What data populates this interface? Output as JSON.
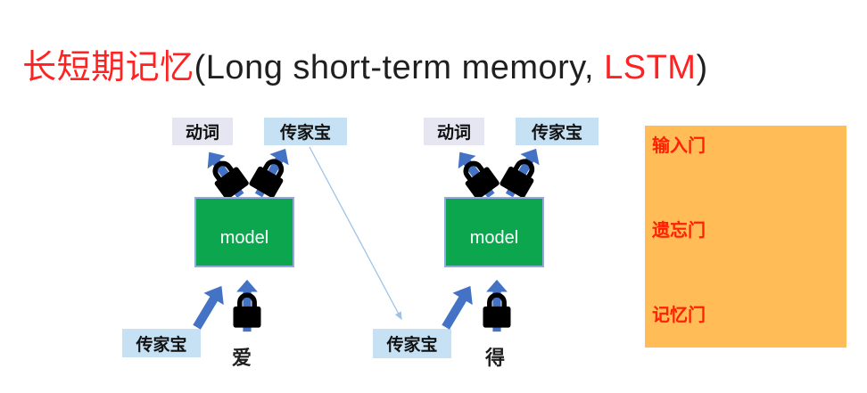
{
  "title": {
    "cn": "长短期记忆",
    "en_open": "(Long short-term memory, ",
    "lstm": "LSTM",
    "close": ")"
  },
  "diagrams": [
    {
      "verb_label": "动词",
      "heirloom_top_label": "传家宝",
      "model_label": "model",
      "heirloom_bottom_label": "传家宝",
      "input_char": "爱"
    },
    {
      "verb_label": "动词",
      "heirloom_top_label": "传家宝",
      "model_label": "model",
      "heirloom_bottom_label": "传家宝",
      "input_char": "得"
    }
  ],
  "gates_panel": {
    "items": [
      {
        "label": "输入门"
      },
      {
        "label": "遗忘门"
      },
      {
        "label": "记忆门"
      }
    ]
  },
  "icons": {
    "lock": "black padlock glyph",
    "up_arrow": "blue upward arrow",
    "diagonal_arrow": "thick blue up-right arrow",
    "connector": "thin light-blue arrow line between units"
  },
  "colors": {
    "title-red": "#FF2222",
    "text-dark": "#1F1F1F",
    "model-green": "#0CA64E",
    "model-border": "#8FAADC",
    "label-lavender": "#E5E6F2",
    "label-blue": "#C6E1F4",
    "arrow-blue": "#4472C4",
    "connector-blue": "#9DC3E6",
    "panel-orange": "#FFBC57",
    "gate-red": "#FF2000"
  }
}
